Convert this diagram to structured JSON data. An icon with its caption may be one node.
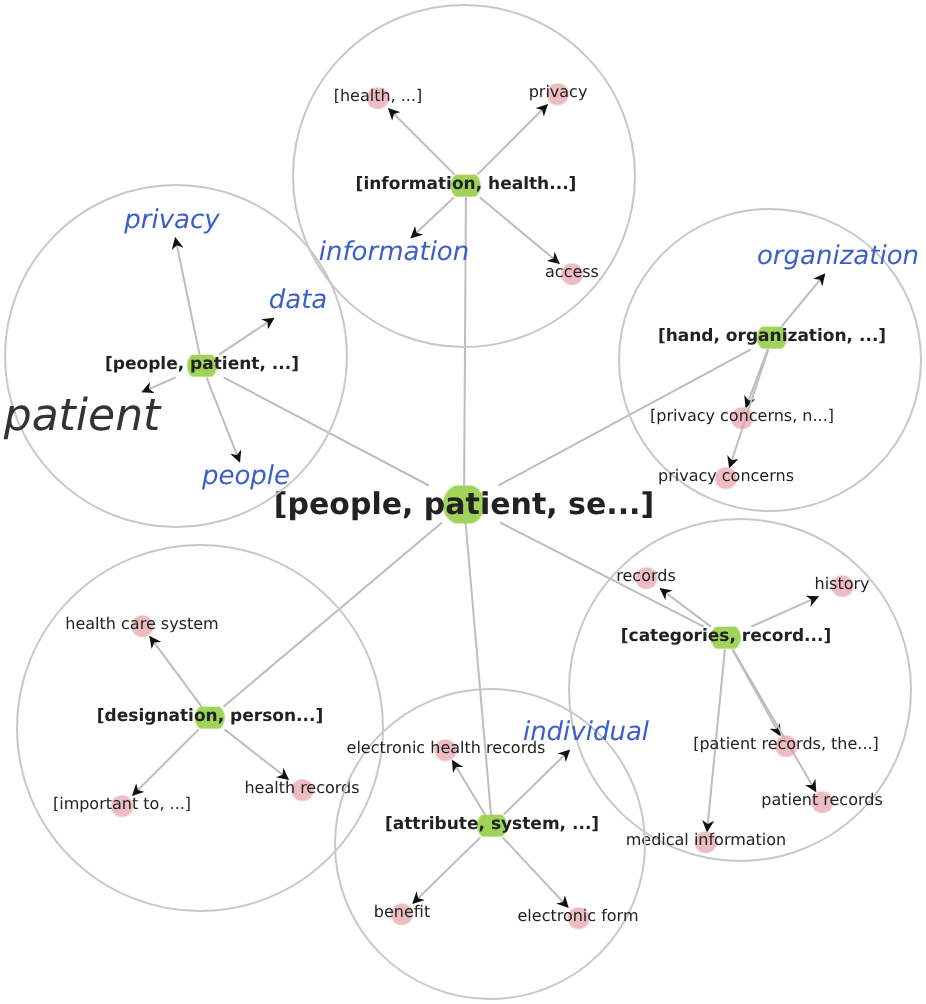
{
  "diagram": {
    "nodes": [
      {
        "text": [
          "[people, patient, se...]"
        ]
      },
      {
        "text": [],
        "shape": "circle"
      },
      {
        "text": [
          "[information, health...]"
        ],
        "in": 1
      },
      {
        "text": [
          "[health, ...]"
        ],
        "in": 1
      },
      {
        "text": [
          "privacy"
        ],
        "in": 1
      },
      {
        "text": [
          "information"
        ],
        "in": 1
      },
      {
        "text": [
          "access"
        ],
        "in": 1
      },
      {
        "text": [],
        "shape": "circle"
      },
      {
        "text": [
          "[people, patient, ...]"
        ],
        "in": 7
      },
      {
        "text": [
          "privacy"
        ],
        "in": 7
      },
      {
        "text": [
          "patient"
        ],
        "in": 7
      },
      {
        "text": [
          "data"
        ],
        "in": 7
      },
      {
        "text": [
          "people"
        ],
        "in": 7
      },
      {
        "text": [],
        "shape": "circle"
      },
      {
        "text": [
          "[hand, organization, ...]"
        ],
        "in": 13
      },
      {
        "text": [
          "[privacy concerns, n...]"
        ],
        "in": 13
      },
      {
        "text": [
          "privacy concerns"
        ],
        "in": 13
      },
      {
        "text": [
          "organization"
        ],
        "in": 13
      },
      {
        "text": [],
        "shape": "circle"
      },
      {
        "text": [
          "[designation, person...]"
        ],
        "in": 18
      },
      {
        "text": [
          "health care system"
        ],
        "in": 18
      },
      {
        "text": [
          "[important to, ...]"
        ],
        "in": 18
      },
      {
        "text": [
          "health records"
        ],
        "in": 18
      },
      {
        "text": [],
        "shape": "circle"
      },
      {
        "text": [
          "[categories, record...]"
        ],
        "in": 23
      },
      {
        "text": [
          "records"
        ],
        "in": 23
      },
      {
        "text": [
          "[patient records, the...]"
        ],
        "in": 23
      },
      {
        "text": [
          "history"
        ],
        "in": 23
      },
      {
        "text": [
          "patient records"
        ],
        "in": 23
      },
      {
        "text": [
          "medical information"
        ],
        "in": 23
      },
      {
        "text": [],
        "shape": "circle"
      },
      {
        "text": [
          "[attribute, system, ...]"
        ],
        "in": 30
      },
      {
        "text": [
          "electronic health records"
        ],
        "in": 30
      },
      {
        "text": [
          "individual"
        ],
        "in": 30
      },
      {
        "text": [
          "benefit"
        ],
        "in": 30
      },
      {
        "text": [
          "electronic form"
        ],
        "in": 30
      }
    ],
    "edges": [
      {
        "from": 0,
        "to": 2,
        "arrow": "none"
      },
      {
        "from": 0,
        "to": 8,
        "arrow": "none"
      },
      {
        "from": 0,
        "to": 14,
        "arrow": "none"
      },
      {
        "from": 0,
        "to": 19,
        "arrow": "none"
      },
      {
        "from": 0,
        "to": 24,
        "arrow": "none"
      },
      {
        "from": 0,
        "to": 31,
        "arrow": "none"
      },
      {
        "from": 2,
        "to": 3,
        "arrow": "to"
      },
      {
        "from": 2,
        "to": 4,
        "arrow": "to"
      },
      {
        "from": 2,
        "to": 5,
        "arrow": "to"
      },
      {
        "from": 2,
        "to": 6,
        "arrow": "to"
      },
      {
        "from": 8,
        "to": 9,
        "arrow": "to"
      },
      {
        "from": 8,
        "to": 10,
        "arrow": "to"
      },
      {
        "from": 8,
        "to": 11,
        "arrow": "to"
      },
      {
        "from": 8,
        "to": 12,
        "arrow": "to"
      },
      {
        "from": 14,
        "to": 15,
        "arrow": "to"
      },
      {
        "from": 14,
        "to": 16,
        "arrow": "to"
      },
      {
        "from": 14,
        "to": 17,
        "arrow": "to"
      },
      {
        "from": 19,
        "to": 20,
        "arrow": "to"
      },
      {
        "from": 19,
        "to": 21,
        "arrow": "to"
      },
      {
        "from": 19,
        "to": 22,
        "arrow": "to"
      },
      {
        "from": 24,
        "to": 25,
        "arrow": "to"
      },
      {
        "from": 24,
        "to": 26,
        "arrow": "to"
      },
      {
        "from": 24,
        "to": 27,
        "arrow": "to"
      },
      {
        "from": 24,
        "to": 28,
        "arrow": "to"
      },
      {
        "from": 24,
        "to": 29,
        "arrow": "to"
      },
      {
        "from": 31,
        "to": 32,
        "arrow": "to"
      },
      {
        "from": 31,
        "to": 33,
        "arrow": "to"
      },
      {
        "from": 31,
        "to": 34,
        "arrow": "to"
      },
      {
        "from": 31,
        "to": 35,
        "arrow": "to"
      }
    ]
  }
}
